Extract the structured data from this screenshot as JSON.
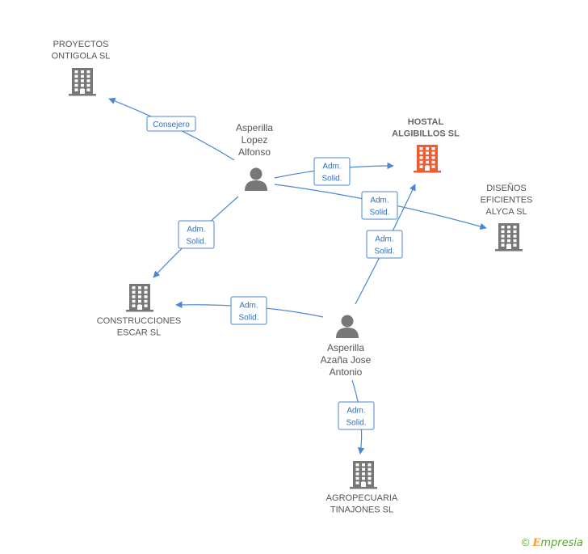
{
  "colors": {
    "company": "#777777",
    "primary_company": "#ef5b32",
    "person": "#777777",
    "edge": "#4a86d4",
    "edge_text": "#2f6fbf",
    "label": "#555555"
  },
  "nodes": [
    {
      "id": "proyectos",
      "type": "company",
      "icon": "building-icon",
      "lines": [
        "PROYECTOS",
        "ONTIGOLA SL"
      ]
    },
    {
      "id": "hostal",
      "type": "company",
      "primary": true,
      "icon": "building-icon",
      "lines": [
        "HOSTAL",
        "ALGIBILLOS SL"
      ]
    },
    {
      "id": "disenos",
      "type": "company",
      "icon": "building-icon",
      "lines": [
        "DISEÑOS",
        "EFICIENTES",
        "ALYCA SL"
      ]
    },
    {
      "id": "construcciones",
      "type": "company",
      "icon": "building-icon",
      "lines": [
        "CONSTRUCCIONES",
        "ESCAR SL"
      ]
    },
    {
      "id": "agropecuaria",
      "type": "company",
      "icon": "building-icon",
      "lines": [
        "AGROPECUARIA",
        "TINAJONES SL"
      ]
    },
    {
      "id": "alfonso",
      "type": "person",
      "icon": "person-icon",
      "lines": [
        "Asperilla",
        "Lopez",
        "Alfonso"
      ]
    },
    {
      "id": "antonio",
      "type": "person",
      "icon": "person-icon",
      "lines": [
        "Asperilla",
        "Azaña Jose",
        "Antonio"
      ]
    }
  ],
  "edges": [
    {
      "from": "alfonso",
      "to": "proyectos",
      "label": [
        "Consejero"
      ]
    },
    {
      "from": "alfonso",
      "to": "hostal",
      "label": [
        "Adm.",
        "Solid."
      ]
    },
    {
      "from": "alfonso",
      "to": "disenos",
      "label": [
        "Adm.",
        "Solid."
      ]
    },
    {
      "from": "alfonso",
      "to": "construcciones",
      "label": [
        "Adm.",
        "Solid."
      ]
    },
    {
      "from": "antonio",
      "to": "hostal",
      "label": [
        "Adm.",
        "Solid."
      ]
    },
    {
      "from": "antonio",
      "to": "construcciones",
      "label": [
        "Adm.",
        "Solid."
      ]
    },
    {
      "from": "antonio",
      "to": "agropecuaria",
      "label": [
        "Adm.",
        "Solid."
      ]
    }
  ],
  "footer": {
    "copyright": "©",
    "brand_initial": "E",
    "brand_rest": "mpresia"
  }
}
